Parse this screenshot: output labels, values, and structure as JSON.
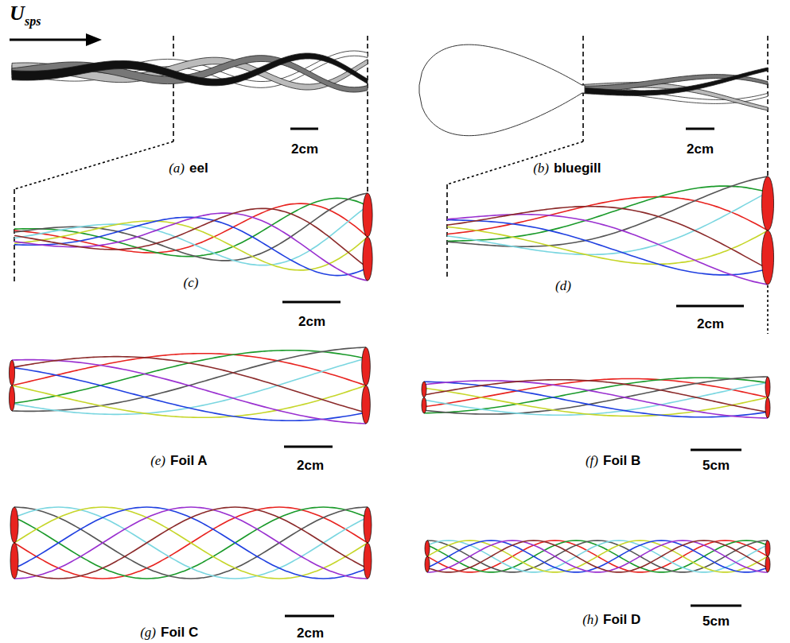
{
  "diagram": {
    "labels": [
      "U",
      "sps",
      "(a)",
      "eel",
      "2cm",
      "(b)",
      "bluegill",
      "2cm",
      "(c)",
      "2cm",
      "(d)",
      "2cm",
      "(e)",
      "Foil A",
      "2cm",
      "(f)",
      "Foil B",
      "5cm",
      "(g)",
      "Foil C",
      "2cm",
      "(h)",
      "Foil D",
      "5cm"
    ]
  }
}
